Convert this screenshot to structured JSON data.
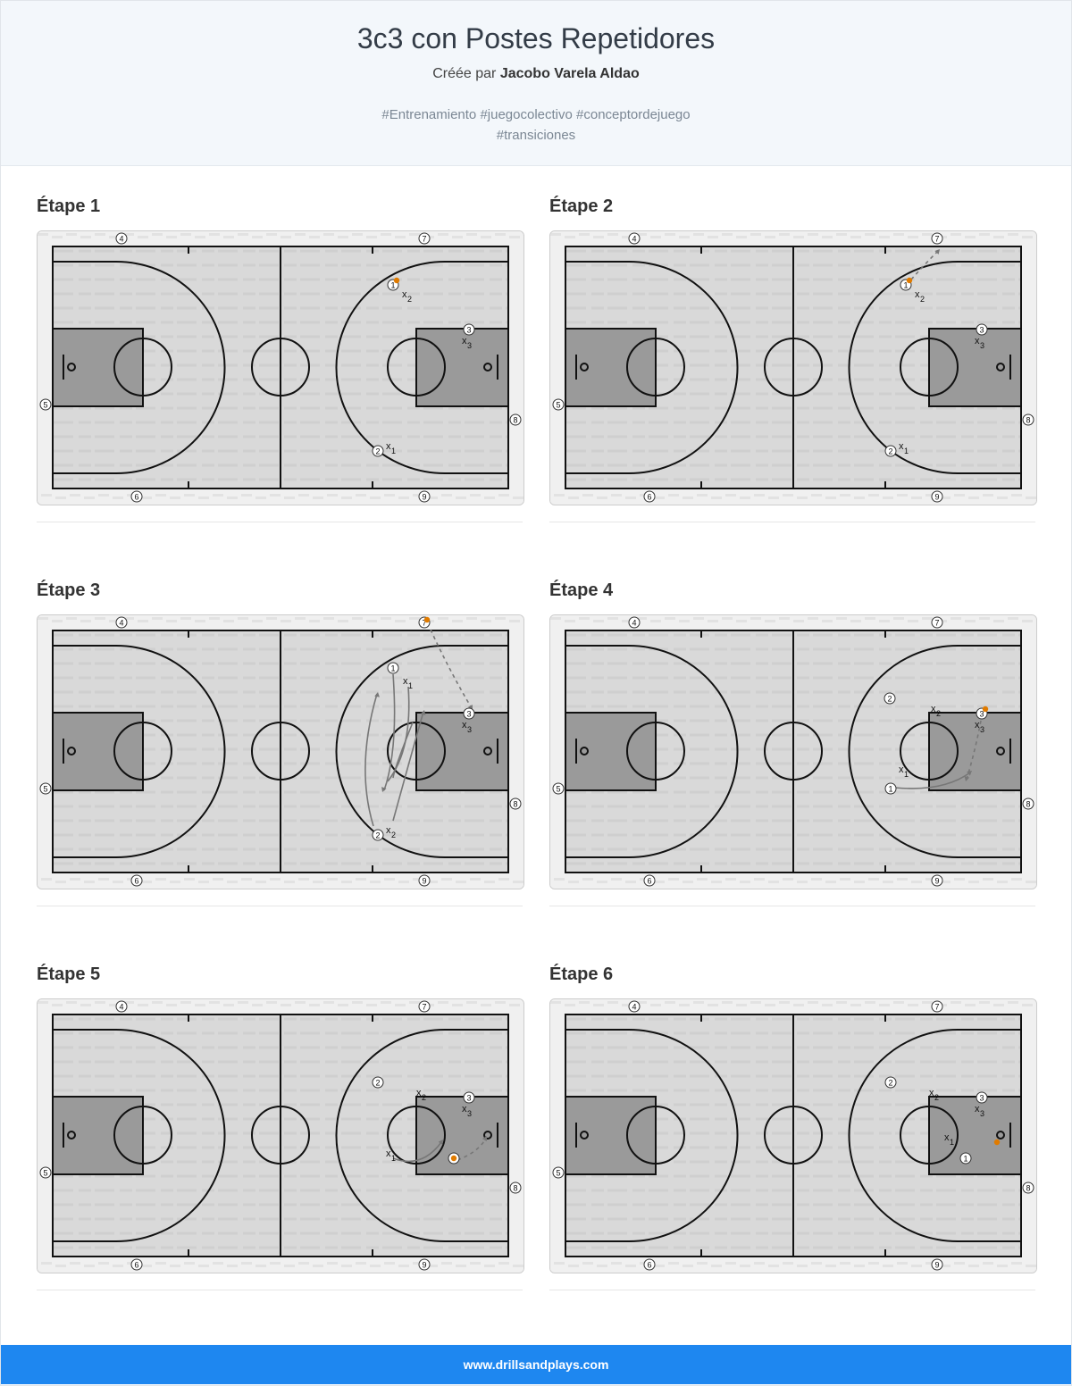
{
  "header": {
    "title": "3c3 con Postes Repetidores",
    "author_prefix": "Créée par ",
    "author_name": "Jacobo Varela Aldao",
    "tags_line1": "#Entrenamiento #juegocolectivo #conceptordejuego",
    "tags_line2": "#transiciones"
  },
  "court_labels": {
    "post_4": "4",
    "post_7": "7",
    "post_5": "5",
    "post_8": "8",
    "post_6": "6",
    "post_9": "9"
  },
  "steps": [
    {
      "title": "Étape 1",
      "players": [
        {
          "label": "1",
          "ball": true
        },
        {
          "label": "2"
        },
        {
          "label": "3"
        }
      ],
      "defenders": [
        {
          "label": "x",
          "sub": "1"
        },
        {
          "label": "x",
          "sub": "2"
        },
        {
          "label": "x",
          "sub": "3"
        }
      ]
    },
    {
      "title": "Étape 2",
      "players": [
        {
          "label": "1",
          "ball": true
        },
        {
          "label": "2"
        },
        {
          "label": "3"
        }
      ],
      "defenders": [
        {
          "label": "x",
          "sub": "1"
        },
        {
          "label": "x",
          "sub": "2"
        },
        {
          "label": "x",
          "sub": "3"
        }
      ],
      "actions": [
        "pass 1 to post 7"
      ]
    },
    {
      "title": "Étape 3",
      "players": [
        {
          "label": "1"
        },
        {
          "label": "2"
        },
        {
          "label": "3"
        }
      ],
      "defenders": [
        {
          "label": "x",
          "sub": "1"
        },
        {
          "label": "x",
          "sub": "2"
        },
        {
          "label": "x",
          "sub": "3"
        }
      ],
      "actions": [
        "pass post 7 to 3",
        "cuts 1 and 2"
      ]
    },
    {
      "title": "Étape 4",
      "players": [
        {
          "label": "1"
        },
        {
          "label": "2"
        },
        {
          "label": "3",
          "ball": true
        }
      ],
      "defenders": [
        {
          "label": "x",
          "sub": "1"
        },
        {
          "label": "x",
          "sub": "2"
        },
        {
          "label": "x",
          "sub": "3"
        }
      ],
      "actions": [
        "pass 3 to 1",
        "cut 1"
      ]
    },
    {
      "title": "Étape 5",
      "players": [
        {
          "label": "2"
        },
        {
          "label": "3"
        }
      ],
      "defenders": [
        {
          "label": "x",
          "sub": "1"
        },
        {
          "label": "x",
          "sub": "2"
        },
        {
          "label": "x",
          "sub": "3"
        }
      ],
      "actions": [
        "shot"
      ]
    },
    {
      "title": "Étape 6",
      "players": [
        {
          "label": "1"
        },
        {
          "label": "2"
        },
        {
          "label": "3"
        }
      ],
      "defenders": [
        {
          "label": "x",
          "sub": "1"
        },
        {
          "label": "x",
          "sub": "2"
        },
        {
          "label": "x",
          "sub": "3"
        }
      ]
    }
  ],
  "colors": {
    "ball": "#e07b00",
    "accent": "#1e87f0",
    "key_fill": "#9a9a9a",
    "court_fill": "#d9d9d9"
  },
  "footer": {
    "text": "www.drillsandplays.com"
  }
}
